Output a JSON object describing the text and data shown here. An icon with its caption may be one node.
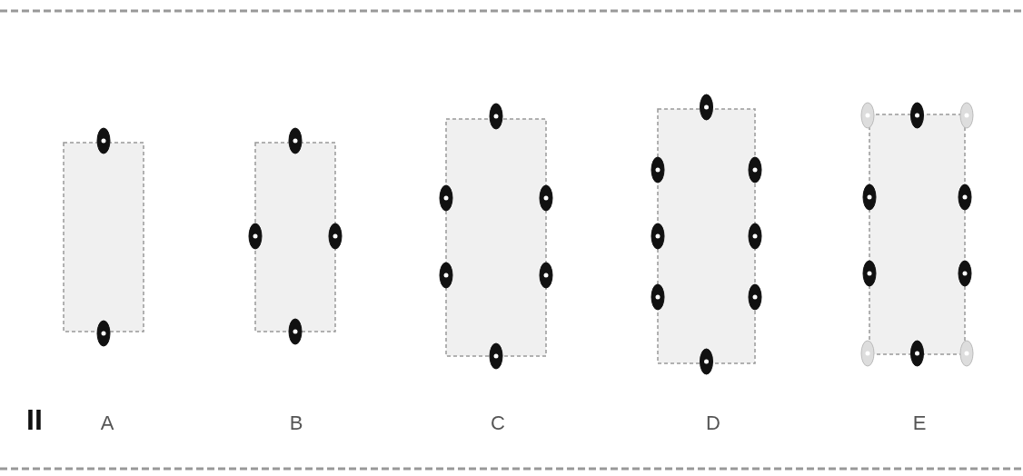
{
  "diagram": {
    "labels": [
      "II",
      "A",
      "B",
      "C",
      "D",
      "E"
    ]
  }
}
